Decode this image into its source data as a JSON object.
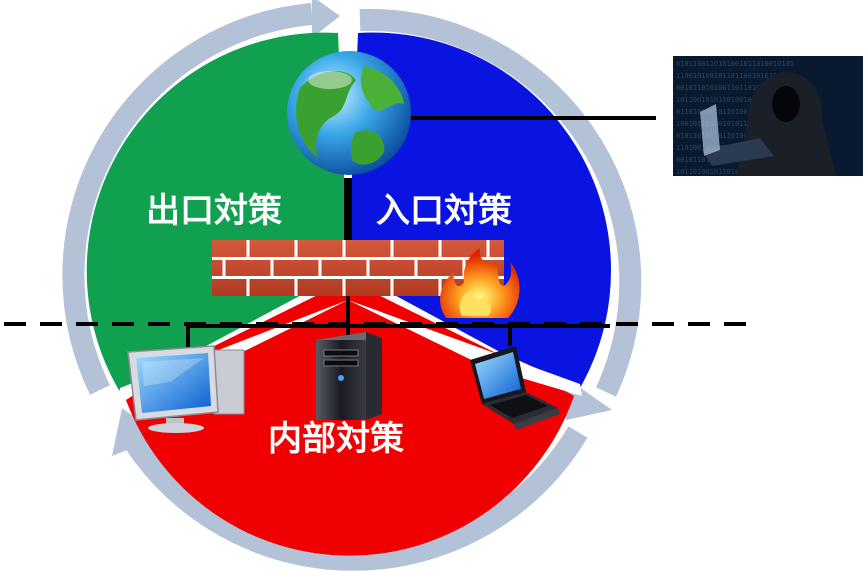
{
  "segments": [
    {
      "id": "exit",
      "label": "出口対策",
      "color": "#10a050"
    },
    {
      "id": "entry",
      "label": "入口対策",
      "color": "#0a14e0"
    },
    {
      "id": "internal",
      "label": "内部対策",
      "color": "#f00000"
    }
  ],
  "colors": {
    "cycle_arrow": "#b4c2d8",
    "network_line": "#000000",
    "brick": "#c8452c",
    "mortar": "#ffffff",
    "background": "#ffffff"
  },
  "icons": [
    "globe-icon",
    "firewall-icon",
    "fire-icon",
    "hacker-image",
    "desktop-monitor-icon",
    "server-tower-icon",
    "laptop-icon"
  ]
}
